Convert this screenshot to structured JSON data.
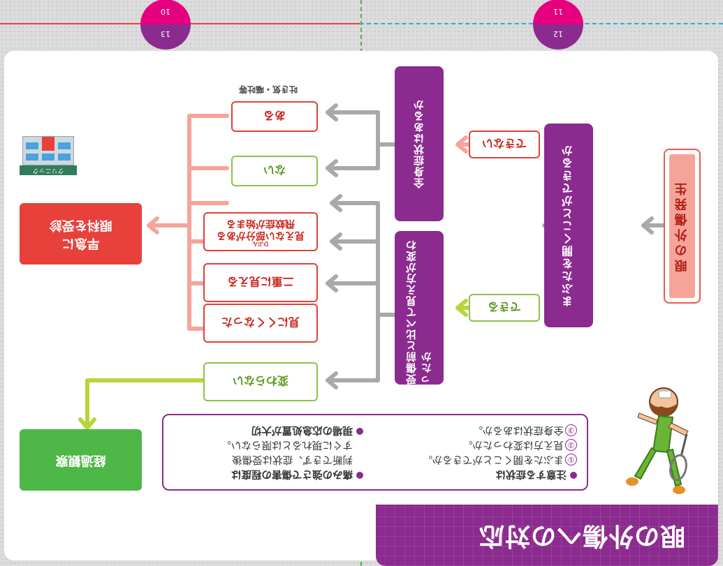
{
  "page_numbers": {
    "top_left": "10",
    "top_right": "11",
    "bottom_left": "12",
    "bottom_right": "13"
  },
  "title": "眼の外傷への対応",
  "notes": {
    "left_head": "注意する症状は",
    "left_items": [
      "まぶたを開くことができるか。",
      "見え方は変わったか。",
      "全身症状はあるか。"
    ],
    "left_nums": [
      "①",
      "②",
      "③"
    ],
    "right_line1": "痛みの強さで傷害の程度は",
    "right_line2": "判断できず、症状は受傷後",
    "right_line3": "すぐに現れるとは限らない。",
    "right_line4": "現場の応急処置が大切"
  },
  "start": "眼の外傷発生",
  "question1": "まぶたを開くことができるか",
  "answer_can": "できる",
  "answer_cannot": "できない",
  "question2": "受傷前と比べて見え方が変わったか",
  "question3": "全身症状はあるか",
  "answers_vision": {
    "unchanged": "変わらない",
    "blurry": "見にくくなった",
    "double": "二重に見える",
    "field_line1": "見えない部分がある",
    "field_line2": "飛蚊症が始まる",
    "ruby": "ひぶん"
  },
  "answers_systemic": {
    "none": "ない",
    "present": "ある",
    "note": "吐き気・嘔吐等"
  },
  "outcome_observe": "経過観察",
  "outcome_visit_line1": "早急に",
  "outcome_visit_line2": "眼科を受診",
  "clinic_sign": "クリニック",
  "colors": {
    "purple": "#8b2a8f",
    "red": "#e8413b",
    "green": "#4db748",
    "pink": "#f6a49a",
    "gray_arrow": "#a9a9a9"
  }
}
